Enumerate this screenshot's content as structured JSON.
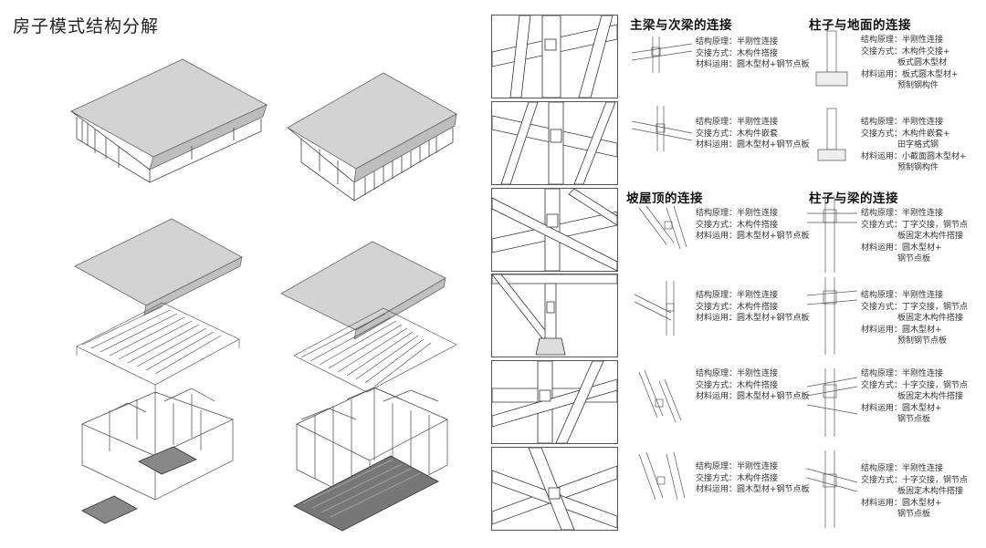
{
  "page_title": "房子模式结构分解",
  "sections": {
    "beam": "主梁与次梁的连接",
    "column_ground": "柱子与地面的连接",
    "roof": "坡屋顶的连接",
    "column_beam": "柱子与梁的连接"
  },
  "joints_left": [
    {
      "lines": [
        "结构原理：半刚性连接",
        "交接方式：木构件搭接",
        "材料运用：圆木型材+钢节点板"
      ]
    },
    {
      "lines": [
        "结构原理：半刚性连接",
        "交接方式：木构件嵌套",
        "材料运用：圆木型材+钢节点板"
      ]
    },
    {
      "lines": [
        "结构原理：半刚性连接",
        "交接方式：木构件搭接",
        "材料运用：圆木型材+钢节点板"
      ]
    },
    {
      "lines": [
        "结构原理：半刚性连接",
        "交接方式：木构件搭接",
        "材料运用：圆木型材+钢节点板"
      ]
    },
    {
      "lines": [
        "结构原理：半刚性连接",
        "交接方式：木构件搭接",
        "材料运用：圆木型材+钢节点板"
      ]
    },
    {
      "lines": [
        "结构原理：半刚性连接",
        "交接方式：木构件搭接",
        "材料运用：圆木型材+钢节点板"
      ]
    }
  ],
  "joints_right": [
    {
      "lines": [
        "结构原理：半刚性连接",
        "交接方式：木构件交接+",
        "板式圆木型材",
        "材料运用：板式圆木型材+",
        "预制钢构件"
      ]
    },
    {
      "lines": [
        "结构原理：半刚性连接",
        "交接方式：木构件嵌套+",
        "田字格式钢",
        "材料运用：小截面圆木型材+",
        "预制钢构件"
      ]
    },
    {
      "lines": [
        "结构原理：半刚性连接",
        "交接方式：丁字交接，钢节点",
        "板固定木构件搭接",
        "材料运用：圆木型材+",
        "钢节点板"
      ]
    },
    {
      "lines": [
        "结构原理：半刚性连接",
        "交接方式：丁字交接，钢节点",
        "板固定木构件搭接",
        "材料运用：圆木型材+",
        "预制钢节点板"
      ]
    },
    {
      "lines": [
        "结构原理：半刚性连接",
        "交接方式：十字交接，钢节点",
        "板固定木构件搭接",
        "材料运用：圆木型材+",
        "钢节点板"
      ]
    },
    {
      "lines": [
        "结构原理：半刚性连接",
        "交接方式：十字交接，钢节点",
        "板固定木构件搭接",
        "材料运用：圆木型材+",
        "钢节点板"
      ]
    }
  ],
  "colors": {
    "stroke": "#444444",
    "roof": "#cfcfcf",
    "panel_border": "#555555"
  }
}
